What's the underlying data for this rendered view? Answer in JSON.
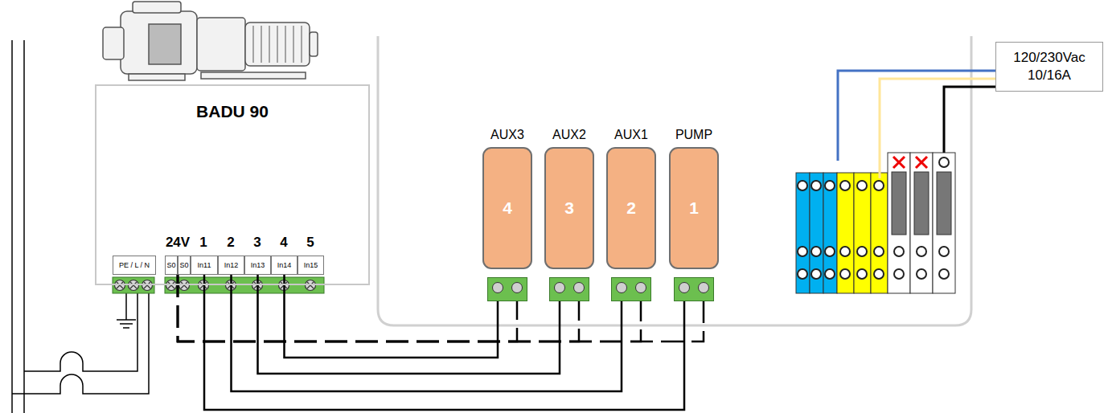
{
  "diagram": {
    "nodes": [
      {
        "text": [
          "BADU 90"
        ]
      },
      {
        "text": [
          "PE / L / N"
        ],
        "in": 0
      },
      {
        "text": [
          "S0"
        ],
        "in": 0
      },
      {
        "text": [
          "S0"
        ],
        "in": 0
      },
      {
        "text": [
          "In11"
        ],
        "in": 0
      },
      {
        "text": [
          "In12"
        ],
        "in": 0
      },
      {
        "text": [
          "In13"
        ],
        "in": 0
      },
      {
        "text": [
          "In14"
        ],
        "in": 0
      },
      {
        "text": [
          "In15"
        ],
        "in": 0
      },
      {
        "text": [
          "AUX3",
          "4"
        ]
      },
      {
        "text": [
          "AUX2",
          "3"
        ]
      },
      {
        "text": [
          "AUX1",
          "2"
        ]
      },
      {
        "text": [
          "PUMP",
          "1"
        ]
      },
      {
        "text": [
          "120/230Vac 10/16A"
        ]
      }
    ],
    "edges": [
      {
        "from": 4,
        "to": 12,
        "arrow": "none"
      },
      {
        "from": 5,
        "to": 11,
        "arrow": "none"
      },
      {
        "from": 6,
        "to": 10,
        "arrow": "none"
      },
      {
        "from": 7,
        "to": 9,
        "arrow": "none"
      },
      {
        "from": 3,
        "to": 9,
        "arrow": "none"
      },
      {
        "from": 3,
        "to": 10,
        "arrow": "none"
      },
      {
        "from": 3,
        "to": 11,
        "arrow": "none"
      },
      {
        "from": 3,
        "to": 12,
        "arrow": "none"
      }
    ],
    "labels": [
      "24V",
      "1",
      "2",
      "3",
      "4",
      "5"
    ]
  }
}
